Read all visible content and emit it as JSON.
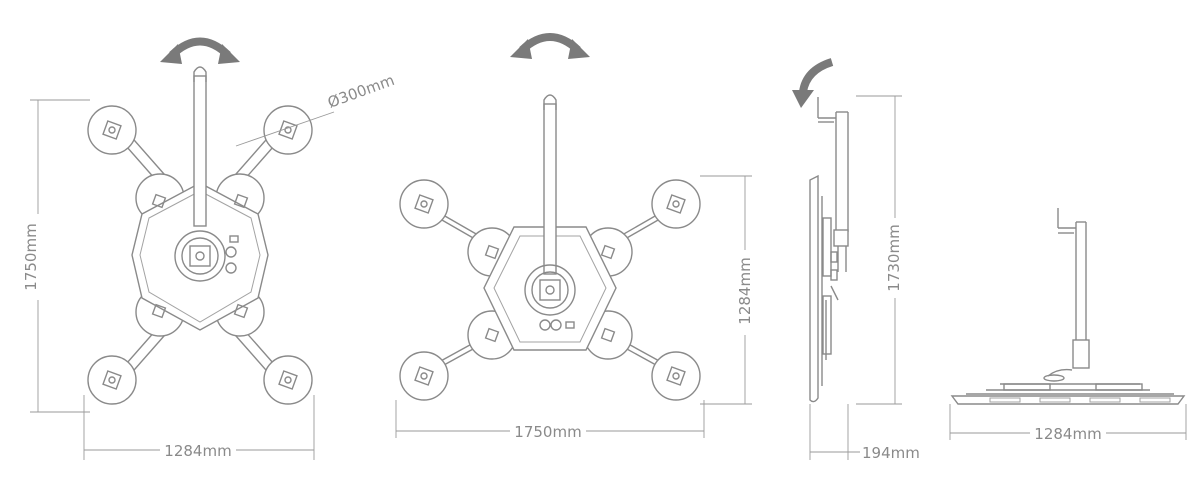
{
  "labels": {
    "view1_width": "1284mm",
    "view1_height": "1750mm",
    "view1_pad_diameter": "Ø300mm",
    "view2_width": "1750mm",
    "view2_height": "1284mm",
    "view3_depth": "194mm",
    "view3_height": "1730mm",
    "view4_width": "1284mm"
  },
  "icons": [
    "rotate-double-arrow-icon",
    "rotate-double-arrow-icon",
    "tilt-arrow-icon"
  ],
  "colors": {
    "line": "#8a8a8a",
    "dimension": "#9a9a9a",
    "arrow": "#7a7a7a"
  }
}
